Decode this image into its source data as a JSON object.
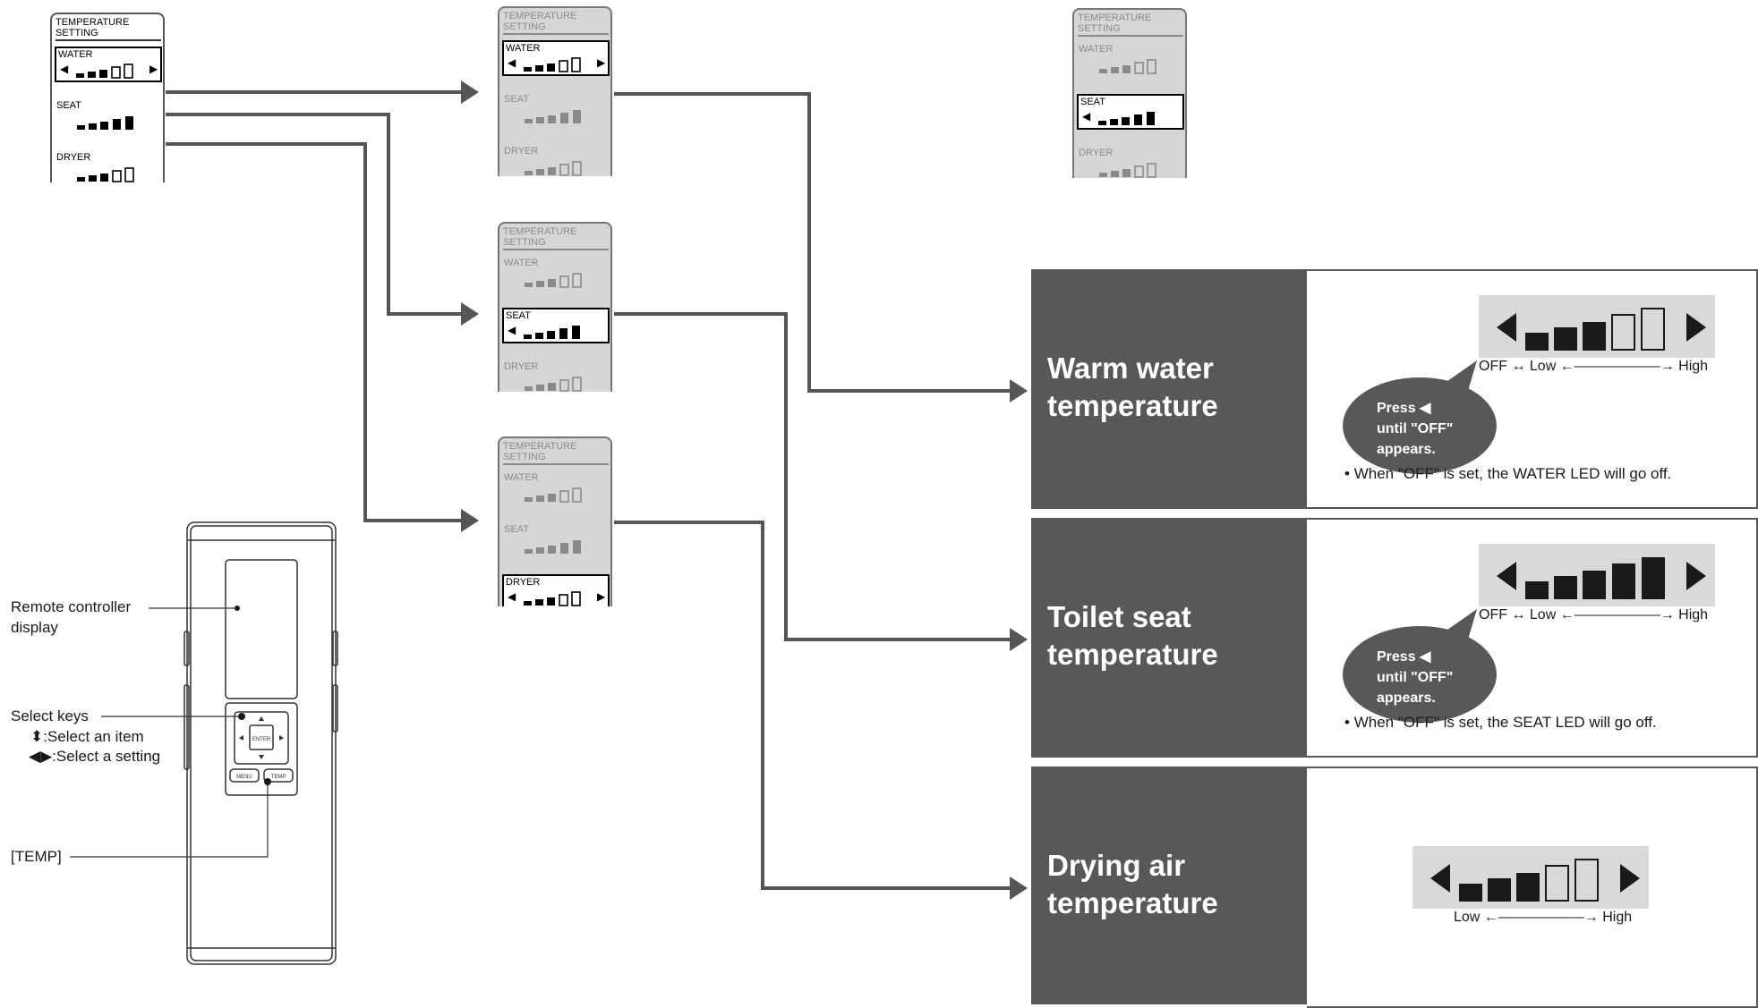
{
  "lcd": {
    "title": "TEMPERATURE\nSETTING",
    "water": "WATER",
    "seat": "SEAT",
    "dryer": "DRYER"
  },
  "rows": [
    {
      "title": "Warm water\ntemperature",
      "bars_filled": 3,
      "bars_total": 5,
      "scale_off": "OFF",
      "scale_low": "Low",
      "scale_high": "High",
      "bubble": "Press ◀\nuntil \"OFF\"\nappears.",
      "note": "When \"OFF\" is set, the WATER LED will go off."
    },
    {
      "title": "Toilet seat\ntemperature",
      "bars_filled": 5,
      "bars_total": 5,
      "scale_off": "OFF",
      "scale_low": "Low",
      "scale_high": "High",
      "bubble": "Press ◀\nuntil \"OFF\"\nappears.",
      "note": "When \"OFF\" is set, the SEAT LED will go off."
    },
    {
      "title": "Drying air\ntemperature",
      "bars_filled": 3,
      "bars_total": 5,
      "scale_low": "Low",
      "scale_high": "High"
    }
  ],
  "remote": {
    "display_label": "Remote controller\ndisplay",
    "select_keys": "Select keys",
    "select_item": ":Select an item",
    "select_setting": ":Select a setting",
    "temp_label": "[TEMP]",
    "enter": "ENTER",
    "menu": "MENU",
    "temp_btn": "TEMP"
  },
  "colors": {
    "dark": "#585858",
    "gauge": "#d9d9d9",
    "line": "#555555"
  }
}
